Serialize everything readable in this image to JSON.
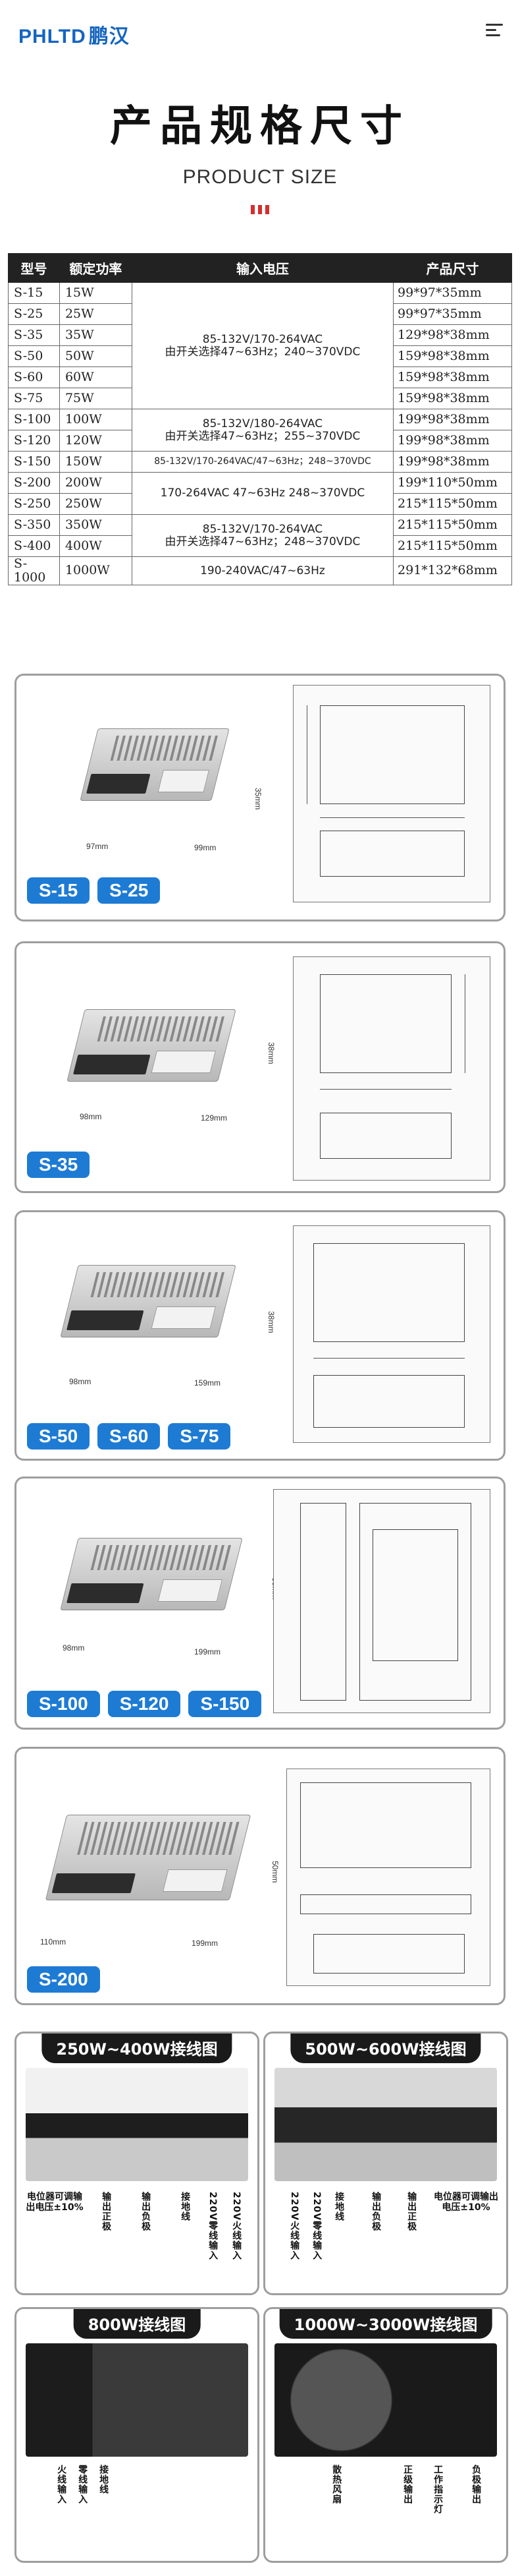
{
  "brand": {
    "latin": "PHLTD",
    "chinese": "鹏汉"
  },
  "heading": {
    "title": "产品规格尺寸",
    "subtitle": "PRODUCT SIZE"
  },
  "table": {
    "headers": [
      "型号",
      "额定功率",
      "输入电压",
      "产品尺寸"
    ],
    "rows": [
      {
        "model": "S-15",
        "power": "15W",
        "size": "99*97*35mm"
      },
      {
        "model": "S-25",
        "power": "25W",
        "size": "99*97*35mm"
      },
      {
        "model": "S-35",
        "power": "35W",
        "size": "129*98*38mm"
      },
      {
        "model": "S-50",
        "power": "50W",
        "size": "159*98*38mm"
      },
      {
        "model": "S-60",
        "power": "60W",
        "size": "159*98*38mm"
      },
      {
        "model": "S-75",
        "power": "75W",
        "size": "159*98*38mm"
      },
      {
        "model": "S-100",
        "power": "100W",
        "size": "199*98*38mm"
      },
      {
        "model": "S-120",
        "power": "120W",
        "size": "199*98*38mm"
      },
      {
        "model": "S-150",
        "power": "150W",
        "size": "199*98*38mm"
      },
      {
        "model": "S-200",
        "power": "200W",
        "size": "199*110*50mm"
      },
      {
        "model": "S-250",
        "power": "250W",
        "size": "215*115*50mm"
      },
      {
        "model": "S-350",
        "power": "350W",
        "size": "215*115*50mm"
      },
      {
        "model": "S-400",
        "power": "400W",
        "size": "215*115*50mm"
      },
      {
        "model": "S-1000",
        "power": "1000W",
        "size": "291*132*68mm"
      }
    ],
    "voltage_groups": [
      {
        "line1": "85-132V/170-264VAC",
        "line2": "由开关选择47~63Hz；240~370VDC"
      },
      {
        "line1": "85-132V/180-264VAC",
        "line2": "由开关选择47~63Hz；255~370VDC"
      },
      {
        "line1": "85-132V/170-264VAC/47~63Hz；248~370VDC",
        "line2": ""
      },
      {
        "line1": "170-264VAC 47~63Hz 248~370VDC",
        "line2": ""
      },
      {
        "line1": "85-132V/170-264VAC",
        "line2": "由开关选择47~63Hz；248~370VDC"
      },
      {
        "line1": "190-240VAC/47~63Hz",
        "line2": ""
      }
    ]
  },
  "products": [
    {
      "tags": [
        "S-15",
        "S-25"
      ],
      "depth": "97mm",
      "length": "99mm",
      "height": "35mm"
    },
    {
      "tags": [
        "S-35"
      ],
      "depth": "98mm",
      "length": "129mm",
      "height": "38mm"
    },
    {
      "tags": [
        "S-50",
        "S-60",
        "S-75"
      ],
      "depth": "98mm",
      "length": "159mm",
      "height": "38mm"
    },
    {
      "tags": [
        "S-100",
        "S-120",
        "S-150"
      ],
      "depth": "98mm",
      "length": "199mm",
      "height": "38mm"
    },
    {
      "tags": [
        "S-200"
      ],
      "depth": "110mm",
      "length": "199mm",
      "height": "50mm"
    }
  ],
  "wiring": [
    {
      "title": "250W~400W接线图",
      "labels": [
        "电位器可调输出电压±10%",
        "输出正极",
        "输出负极",
        "接地线",
        "220V零线输入",
        "220V火线输入"
      ]
    },
    {
      "title": "500W~600W接线图",
      "labels": [
        "220V火线输入",
        "220V零线输入",
        "接地线",
        "输出负极",
        "输出正极",
        "电位器可调输出电压±10%"
      ]
    },
    {
      "title": "800W接线图",
      "labels": [
        "火线输入",
        "零线输入",
        "接地线"
      ]
    },
    {
      "title": "1000W~3000W接线图",
      "labels": [
        "散热风扇",
        "正级输出",
        "工作指示灯",
        "负极输出"
      ]
    }
  ],
  "colors": {
    "accent_blue": "#1e7bd4",
    "header_black": "#222222",
    "mark_red": "#d32f2f"
  }
}
